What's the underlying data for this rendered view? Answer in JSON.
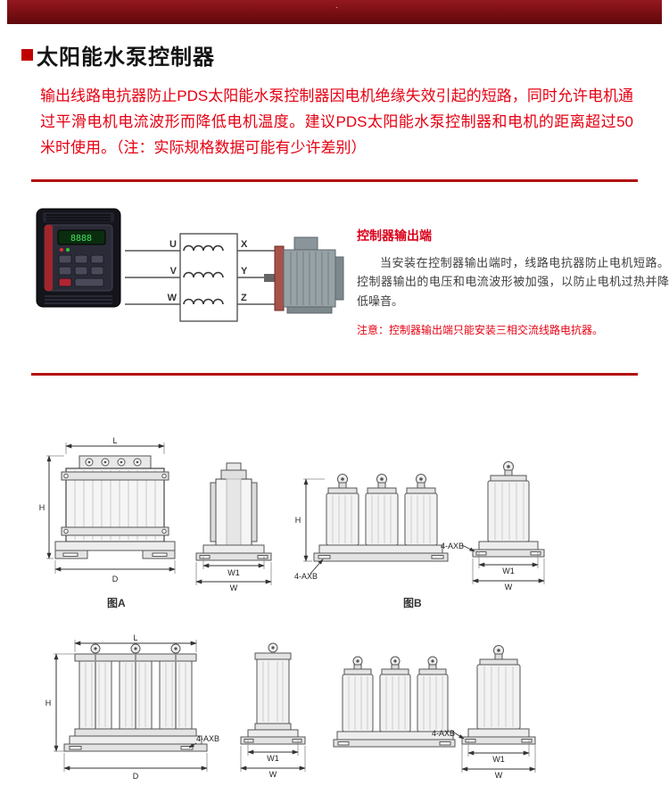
{
  "header": {
    "dot": "·"
  },
  "page": {
    "title": "太阳能水泵控制器",
    "intro": "输出线路电抗器防止PDS太阳能水泵控制器因电机绝缘失效引起的短路，同时允许电机通过平滑电机电流波形而降低电机温度。建议PDS太阳能水泵控制器和电机的距离超过50米时使用。（注：实际规格数据可能有少许差别）"
  },
  "inverter": {
    "display_text": "8888"
  },
  "wiring": {
    "left_terminals": [
      "U",
      "V",
      "W"
    ],
    "right_terminals": [
      "X",
      "Y",
      "Z"
    ]
  },
  "output_section": {
    "heading": "控制器输出端",
    "body": "当安装在控制器输出端时，线路电抗器防止电机短路。控制器输出的电压和电流波形被加强，以防止电机过热并降低噪音。",
    "note": "注意：控制器输出端只能安装三相交流线路电抗器。"
  },
  "figures": {
    "figA_label": "图A",
    "figB_label": "图B",
    "dims": {
      "L": "L",
      "H": "H",
      "D": "D",
      "W1": "W1",
      "W": "W"
    },
    "hole_label": "4-AXB"
  },
  "colors": {
    "accent_red": "#d9001b",
    "text_red": "#e60012",
    "divider_red": "#b20f0f",
    "header_bar": "#7d1015"
  }
}
